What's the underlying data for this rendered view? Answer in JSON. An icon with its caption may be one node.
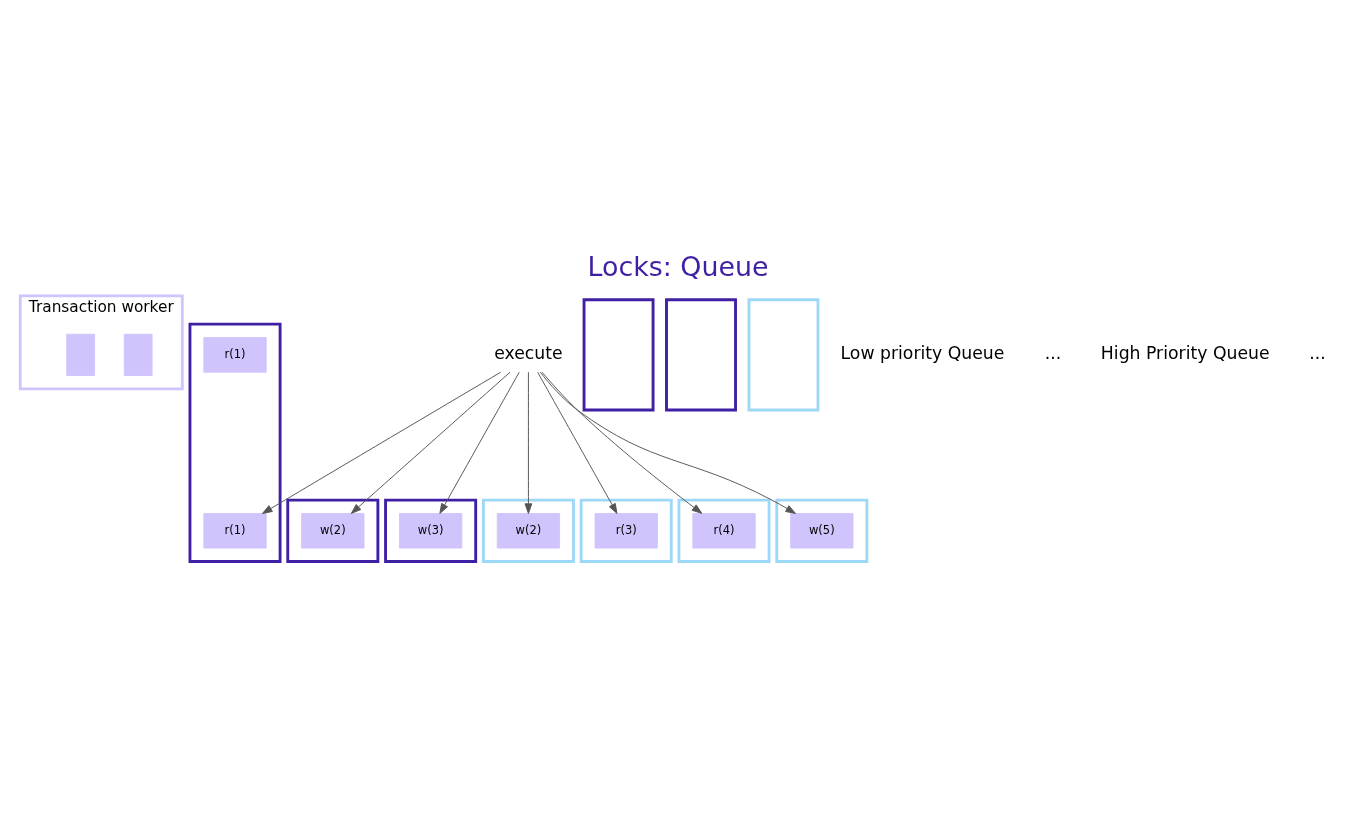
{
  "diagram": {
    "title": "Locks: Queue",
    "nodes": [
      {
        "text": [
          "Transaction worker"
        ]
      },
      {
        "text": [],
        "shape": "box",
        "in": 0
      },
      {
        "text": [],
        "shape": "box",
        "in": 0
      },
      {
        "text": [],
        "shape": "box"
      },
      {
        "text": [],
        "shape": "box"
      },
      {
        "text": [],
        "shape": "box"
      },
      {
        "text": [],
        "shape": "box"
      },
      {
        "text": [],
        "shape": "box"
      },
      {
        "text": [
          "r(1)"
        ],
        "in": 3
      },
      {
        "text": [
          "r(1)"
        ],
        "in": 3
      },
      {
        "text": [
          "w(2)"
        ],
        "in": 4
      },
      {
        "text": [
          "w(3)"
        ],
        "in": 5
      },
      {
        "text": [],
        "shape": "box"
      },
      {
        "text": [],
        "shape": "box"
      },
      {
        "text": [],
        "shape": "box"
      },
      {
        "text": [],
        "shape": "box"
      },
      {
        "text": [],
        "shape": "box"
      },
      {
        "text": [
          "w(2)"
        ],
        "in": 13
      },
      {
        "text": [
          "r(3)"
        ],
        "in": 14
      },
      {
        "text": [
          "r(4)"
        ],
        "in": 15
      },
      {
        "text": [
          "w(5)"
        ],
        "in": 16
      },
      {
        "text": [
          "execute"
        ]
      }
    ],
    "edges": [
      {
        "from": 21,
        "to": 9,
        "arrow": "to"
      },
      {
        "from": 21,
        "to": 10,
        "arrow": "to"
      },
      {
        "from": 21,
        "to": 11,
        "arrow": "to"
      },
      {
        "from": 21,
        "to": 17,
        "arrow": "to"
      },
      {
        "from": 21,
        "to": 18,
        "arrow": "to"
      },
      {
        "from": 21,
        "to": 19,
        "arrow": "to"
      },
      {
        "from": 21,
        "to": 20,
        "arrow": "to"
      }
    ],
    "labels": [
      "Low priority Queue",
      "...",
      "High Priority Queue",
      "..."
    ]
  }
}
